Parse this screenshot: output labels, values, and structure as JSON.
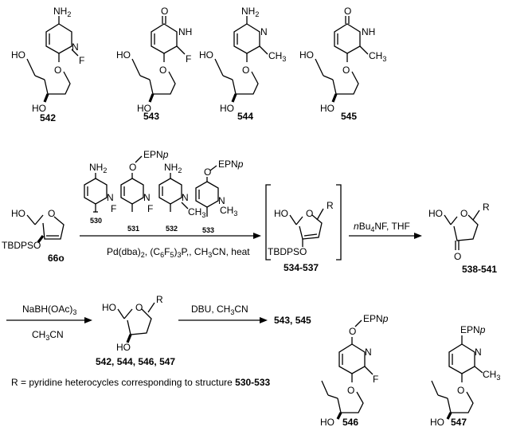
{
  "compounds": {
    "c542": "542",
    "c543": "543",
    "c544": "544",
    "c545": "545",
    "c66o": "66o",
    "c530": "530",
    "c531": "531",
    "c532": "532",
    "c533": "533",
    "c534_537": "534-537",
    "c538_541": "538-541",
    "c542_547": "542, 544, 546, 547",
    "c543_545": "543, 545",
    "c546": "546",
    "c547": "547"
  },
  "atoms": {
    "nh2": "NH",
    "nh2_sub": "2",
    "o": "O",
    "n": "N",
    "nh": "NH",
    "f": "F",
    "ho": "HO",
    "ch3": "CH",
    "ch3_sub": "3",
    "tbdpso": "TBDPSO",
    "r": "R",
    "epnp_a": "EPN",
    "epnp_b": "p"
  },
  "conditions": {
    "step1_line1_a": "Pd(dba)",
    "step1_line1_b": "2",
    "step1_line1_c": ", (C",
    "step1_line1_d": "6",
    "step1_line1_e": "F",
    "step1_line1_f": "5",
    "step1_line1_g": ")",
    "step1_line1_h": "3",
    "step1_line1_i": "P,, CH",
    "step1_line1_j": "3",
    "step1_line1_k": "CN, heat",
    "step2_a": "n",
    "step2_b": "Bu",
    "step2_c": "4",
    "step2_d": "NF, THF",
    "step3_top_a": "NaBH(OAc)",
    "step3_top_b": "3",
    "step3_bottom_a": "CH",
    "step3_bottom_b": "3",
    "step3_bottom_c": "CN",
    "step4_a": "DBU, CH",
    "step4_b": "3",
    "step4_c": "CN"
  },
  "footnote": {
    "text": "R = pyridine heterocycles corresponding to structure ",
    "ref": "530-533"
  }
}
